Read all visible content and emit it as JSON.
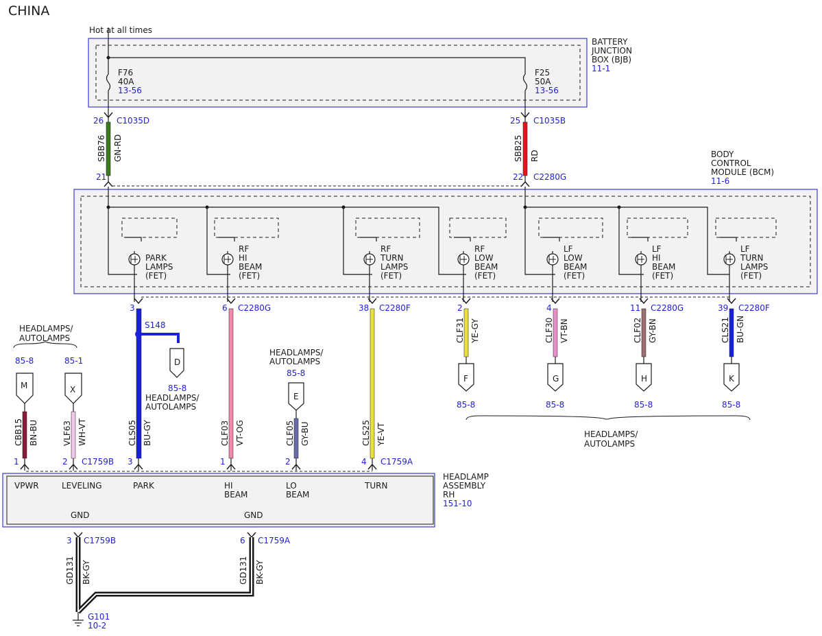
{
  "title": "CHINA",
  "colors": {
    "ref": "#1f1fd6",
    "box_fill": "#f2f2f2",
    "box_border": "#3a3ad6",
    "wire": "#1a1a1a"
  },
  "power": {
    "label": "Hot at all times"
  },
  "bjb": {
    "name": [
      "BATTERY",
      "JUNCTION",
      "BOX (BJB)"
    ],
    "ref": "11-1"
  },
  "fuses": [
    {
      "id": "F76",
      "amp": "40A",
      "ref": "13-56"
    },
    {
      "id": "F25",
      "amp": "50A",
      "ref": "13-56"
    }
  ],
  "bcm": {
    "name": [
      "BODY",
      "CONTROL",
      "MODULE (BCM)"
    ],
    "ref": "11-6"
  },
  "bjb_wires": [
    {
      "pin_top": "26",
      "conn_top": "C1035D",
      "circuit": "SBB76",
      "color": "GN-RD",
      "pin_bottom": "21",
      "conn_bottom": ""
    },
    {
      "pin_top": "25",
      "conn_top": "C1035B",
      "circuit": "SBB25",
      "color": "RD",
      "pin_bottom": "22",
      "conn_bottom": "C2280G"
    }
  ],
  "fets": [
    {
      "label": [
        "PARK",
        "LAMPS",
        "(FET)"
      ]
    },
    {
      "label": [
        "RF",
        "HI",
        "BEAM",
        "(FET)"
      ]
    },
    {
      "label": [
        "RF",
        "TURN",
        "LAMPS",
        "(FET)"
      ]
    },
    {
      "label": [
        "RF",
        "LOW",
        "BEAM",
        "(FET)"
      ]
    },
    {
      "label": [
        "LF",
        "LOW",
        "BEAM",
        "(FET)"
      ]
    },
    {
      "label": [
        "LF",
        "HI",
        "BEAM",
        "(FET)"
      ]
    },
    {
      "label": [
        "LF",
        "TURN",
        "LAMPS",
        "(FET)"
      ]
    }
  ],
  "bcm_outputs": [
    {
      "pin": "3",
      "conn": ""
    },
    {
      "pin": "6",
      "conn": "C2280G"
    },
    {
      "pin": "38",
      "conn": "C2280F"
    },
    {
      "pin": "2",
      "conn": ""
    },
    {
      "pin": "4",
      "conn": ""
    },
    {
      "pin": "11",
      "conn": "C2280G"
    },
    {
      "pin": "39",
      "conn": "C2280F"
    }
  ],
  "splice": {
    "id": "S148"
  },
  "connectors_left": [
    {
      "letter": "M",
      "ref": "85-8"
    },
    {
      "letter": "X",
      "ref": "85-1"
    },
    {
      "letter": "D",
      "ref": "85-8"
    },
    {
      "letter": "E",
      "ref": "85-8"
    }
  ],
  "headlamps_autolamps": "HEADLAMPS/ AUTOLAMPS",
  "group_labels": {
    "left": [
      "HEADLAMPS/",
      "AUTOLAMPS"
    ],
    "splice": [
      "HEADLAMPS/",
      "AUTOLAMPS"
    ],
    "e": [
      "HEADLAMPS/",
      "AUTOLAMPS"
    ],
    "lf": [
      "HEADLAMPS/",
      "AUTOLAMPS"
    ]
  },
  "lf_wires": [
    {
      "circuit": "CLF31",
      "color": "YE-GY",
      "letter": "F",
      "ref": "85-8"
    },
    {
      "circuit": "CLF30",
      "color": "VT-BN",
      "letter": "G",
      "ref": "85-8"
    },
    {
      "circuit": "CLF02",
      "color": "GY-BN",
      "letter": "H",
      "ref": "85-8"
    },
    {
      "circuit": "CLS21",
      "color": "BU-GN",
      "letter": "K",
      "ref": "85-8"
    }
  ],
  "headlamp_wires": [
    {
      "circuit": "CBB15",
      "color": "BN-BU",
      "pin": "1",
      "conn": ""
    },
    {
      "circuit": "VLF63",
      "color": "WH-VT",
      "pin": "2",
      "conn": "C1759B"
    },
    {
      "circuit": "CLS05",
      "color": "BU-GY",
      "pin": "3",
      "conn": ""
    },
    {
      "circuit": "CLF03",
      "color": "VT-OG",
      "pin": "1",
      "conn": ""
    },
    {
      "circuit": "CLF05",
      "color": "GY-BU",
      "pin": "2",
      "conn": ""
    },
    {
      "circuit": "CLS25",
      "color": "YE-VT",
      "pin": "4",
      "conn": "C1759A"
    }
  ],
  "headlamp": {
    "name": [
      "HEADLAMP",
      "ASSEMBLY",
      "RH"
    ],
    "ref": "151-10",
    "terminals": [
      [
        "VPWR"
      ],
      [
        "LEVELING"
      ],
      [
        "PARK"
      ],
      [
        "HI",
        "BEAM"
      ],
      [
        "LO",
        "BEAM"
      ],
      [
        "TURN"
      ]
    ],
    "gnd": "GND"
  },
  "ground_wires": [
    {
      "pin": "3",
      "conn": "C1759B",
      "circuit": "GD131",
      "color": "BK-GY"
    },
    {
      "pin": "6",
      "conn": "C1759A",
      "circuit": "GD131",
      "color": "BK-GY"
    }
  ],
  "ground": {
    "id": "G101",
    "ref": "10-2"
  }
}
